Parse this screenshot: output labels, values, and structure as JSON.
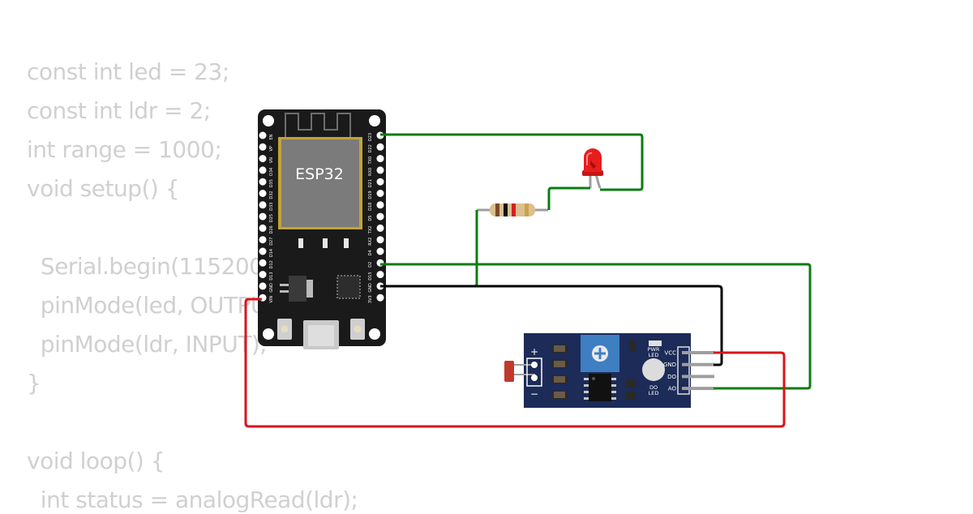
{
  "code": {
    "lines": [
      "const int led = 23;",
      "const int ldr = 2;",
      "int range = 1000;",
      "void setup() {",
      "",
      "  Serial.begin(115200);",
      "  pinMode(led, OUTPUT);",
      "  pinMode(ldr, INPUT);",
      "}",
      "",
      "void loop() {",
      "  int status = analogRead(ldr);"
    ]
  },
  "esp32": {
    "chip_label": "ESP32",
    "left_pins": [
      "EN",
      "VP",
      "VN",
      "D34",
      "D35",
      "D32",
      "D33",
      "D25",
      "D26",
      "D27",
      "D14",
      "D12",
      "D13",
      "GND",
      "VIN"
    ],
    "right_pins": [
      "D23",
      "D22",
      "TX0",
      "RX0",
      "D21",
      "D19",
      "D18",
      "D5",
      "TX2",
      "RX2",
      "D4",
      "D2",
      "D15",
      "GND",
      "3V3"
    ]
  },
  "ldr_module": {
    "plus_label": "+",
    "minus_label": "−",
    "pwr_led_label_1": "PWR",
    "pwr_led_label_2": "LED",
    "do_led_label_1": "DO",
    "do_led_label_2": "LED",
    "pins": [
      "VCC",
      "GND",
      "DO",
      "AO"
    ]
  },
  "colors": {
    "wire_green": "#0a7d10",
    "wire_black": "#000000",
    "wire_red": "#d9141b",
    "board_black": "#1a1a1a",
    "module_blue": "#1c2b57",
    "led_red": "#e81d1d",
    "code_text": "#d0d0d0"
  }
}
